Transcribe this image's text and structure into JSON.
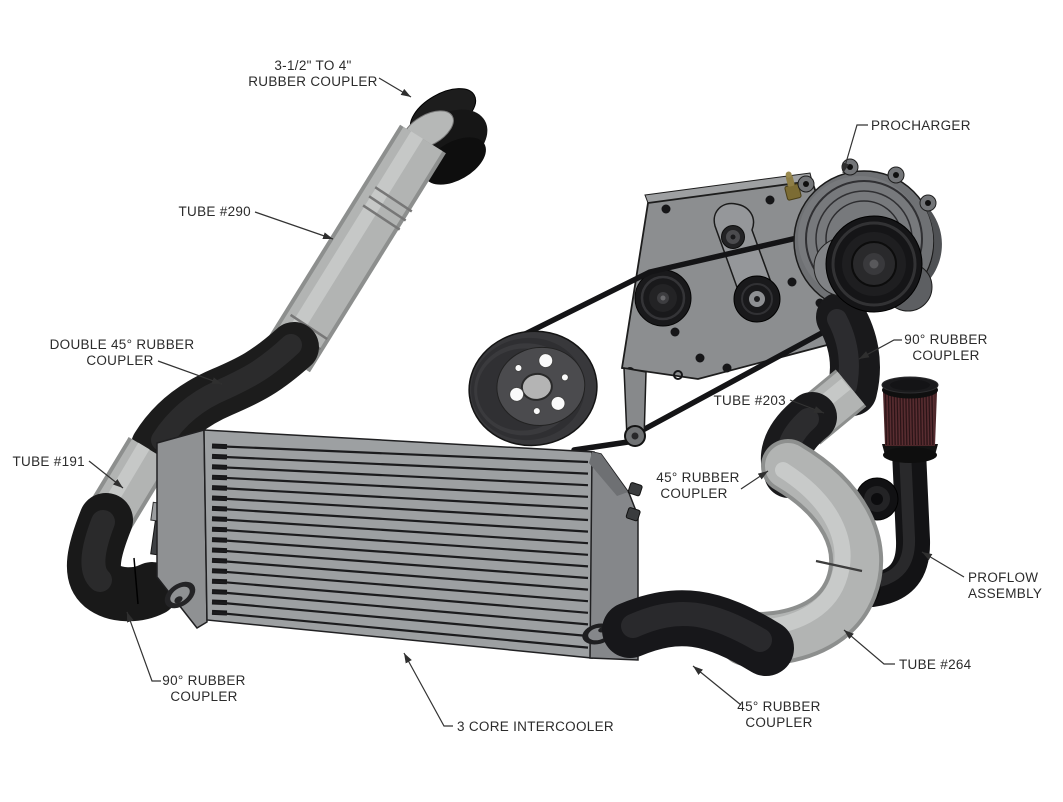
{
  "diagram": {
    "colors": {
      "background": "#ffffff",
      "label_text": "#2b2b2b",
      "leader_line": "#333333",
      "tube_gray": "#b2b4b3",
      "coupler_black": "#1a1a1a",
      "intercooler_gray": "#9da0a2",
      "bracket_gray": "#8c8e90",
      "air_filter_red": "#4c2629",
      "belt_black": "#141416"
    },
    "labels": {
      "coupler_top": {
        "line1": "3-1/2\" TO 4\"",
        "line2": "RUBBER COUPLER"
      },
      "tube_290": {
        "line1": "TUBE #290"
      },
      "procharger": {
        "line1": "PROCHARGER"
      },
      "coupler_90_right": {
        "line1": "90° RUBBER",
        "line2": "COUPLER"
      },
      "tube_203": {
        "line1": "TUBE #203"
      },
      "coupler_45_right": {
        "line1": "45° RUBBER",
        "line2": "COUPLER"
      },
      "proflow": {
        "line1": "PROFLOW",
        "line2": "ASSEMBLY"
      },
      "tube_264": {
        "line1": "TUBE #264"
      },
      "coupler_45_bottom": {
        "line1": "45° RUBBER",
        "line2": "COUPLER"
      },
      "intercooler": {
        "line1": "3 CORE INTERCOOLER"
      },
      "coupler_90_left": {
        "line1": "90° RUBBER",
        "line2": "COUPLER"
      },
      "tube_191": {
        "line1": "TUBE #191"
      },
      "coupler_double_45": {
        "line1": "DOUBLE 45° RUBBER",
        "line2": "COUPLER"
      }
    }
  }
}
